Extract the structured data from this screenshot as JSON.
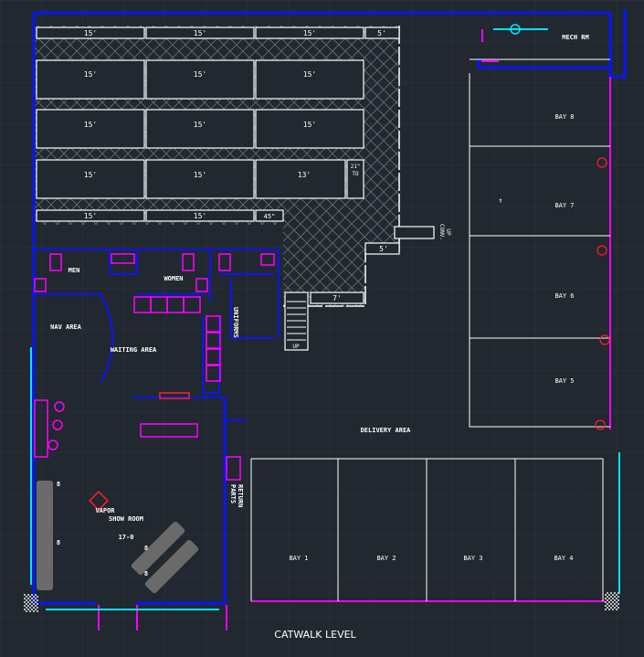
{
  "drawing": {
    "title": "CATWALK LEVEL",
    "colors": {
      "background": "#212830",
      "wall": "#0a14ff",
      "partition": "#ff00ff",
      "rack": "#ffffff",
      "window": "#00e5ff",
      "hatch": "#6a6e74",
      "alert": "#ff2020"
    }
  },
  "storage": {
    "rows": [
      [
        "15'",
        "15'",
        "15'",
        "5'"
      ],
      [
        "15'",
        "15'",
        "15'"
      ],
      [
        "15'",
        "15'",
        "15'"
      ],
      [
        "15'",
        "15'",
        "13'"
      ],
      [
        "15'",
        "15'",
        "45\""
      ]
    ],
    "note_line1": "21\"",
    "note_line2": "TO",
    "landing_7": "7'",
    "landing_5": "5'",
    "stair_label": "UP",
    "conveyor_line1": "CONV.",
    "conveyor_line2": "UP"
  },
  "rooms": {
    "men": "MEN",
    "women": "WOMEN",
    "nav_area": "NAV AREA",
    "waiting_area": "WAITING AREA",
    "uniforms": "UNIFORMS",
    "show_room": "SHOW ROOM",
    "show_room_tag": "17-0",
    "vapor": "VAPOR",
    "parts_return_1": "PARTS",
    "parts_return_2": "RETURN",
    "delivery_area": "DELIVERY AREA",
    "mech_room": "MECH RM",
    "rack_tag": "8"
  },
  "bays": {
    "upper": [
      "BAY 8",
      "BAY 7",
      "BAY 6",
      "BAY 5"
    ],
    "lower": [
      "BAY 1",
      "BAY 2",
      "BAY 3",
      "BAY 4"
    ]
  }
}
